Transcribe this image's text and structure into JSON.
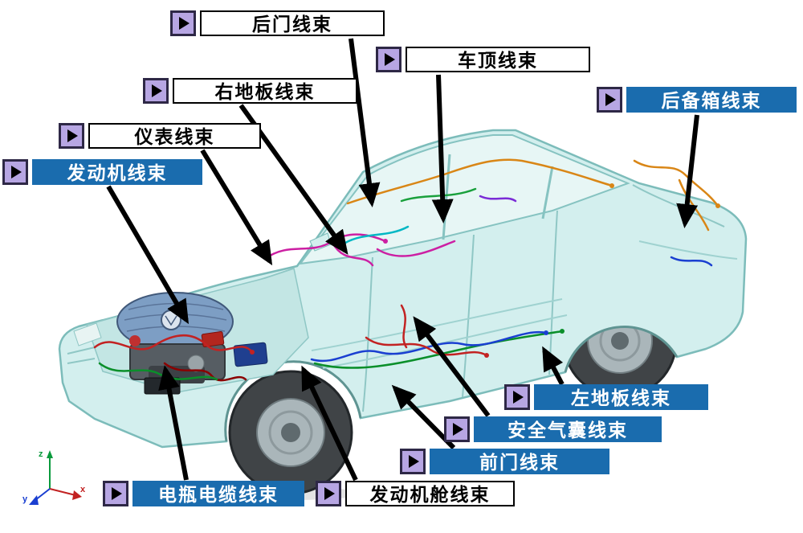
{
  "labels": [
    {
      "id": "rear-door",
      "text": "后门线束",
      "style": "white"
    },
    {
      "id": "roof",
      "text": "车顶线束",
      "style": "white"
    },
    {
      "id": "right-floor",
      "text": "右地板线束",
      "style": "white"
    },
    {
      "id": "instrument",
      "text": "仪表线束",
      "style": "white"
    },
    {
      "id": "engine",
      "text": "发动机线束",
      "style": "blue"
    },
    {
      "id": "trunk",
      "text": "后备箱线束",
      "style": "blue"
    },
    {
      "id": "left-floor",
      "text": "左地板线束",
      "style": "blue"
    },
    {
      "id": "airbag",
      "text": "安全气囊线束",
      "style": "blue"
    },
    {
      "id": "front-door",
      "text": "前门线束",
      "style": "blue"
    },
    {
      "id": "battery",
      "text": "电瓶电缆线束",
      "style": "blue"
    },
    {
      "id": "engine-bay",
      "text": "发动机舱线束",
      "style": "white"
    }
  ],
  "axes": {
    "x": "x",
    "y": "y",
    "z": "z"
  },
  "colors": {
    "label_blue": "#1a6cae",
    "label_text_on_blue": "#ffffff",
    "label_white_bg": "#ffffff",
    "label_text_on_white": "#000000",
    "icon_purple": "#b7a6e3",
    "icon_border": "#2e2846",
    "arrow_black": "#000000",
    "car_body_cyan": "#d3efee"
  }
}
